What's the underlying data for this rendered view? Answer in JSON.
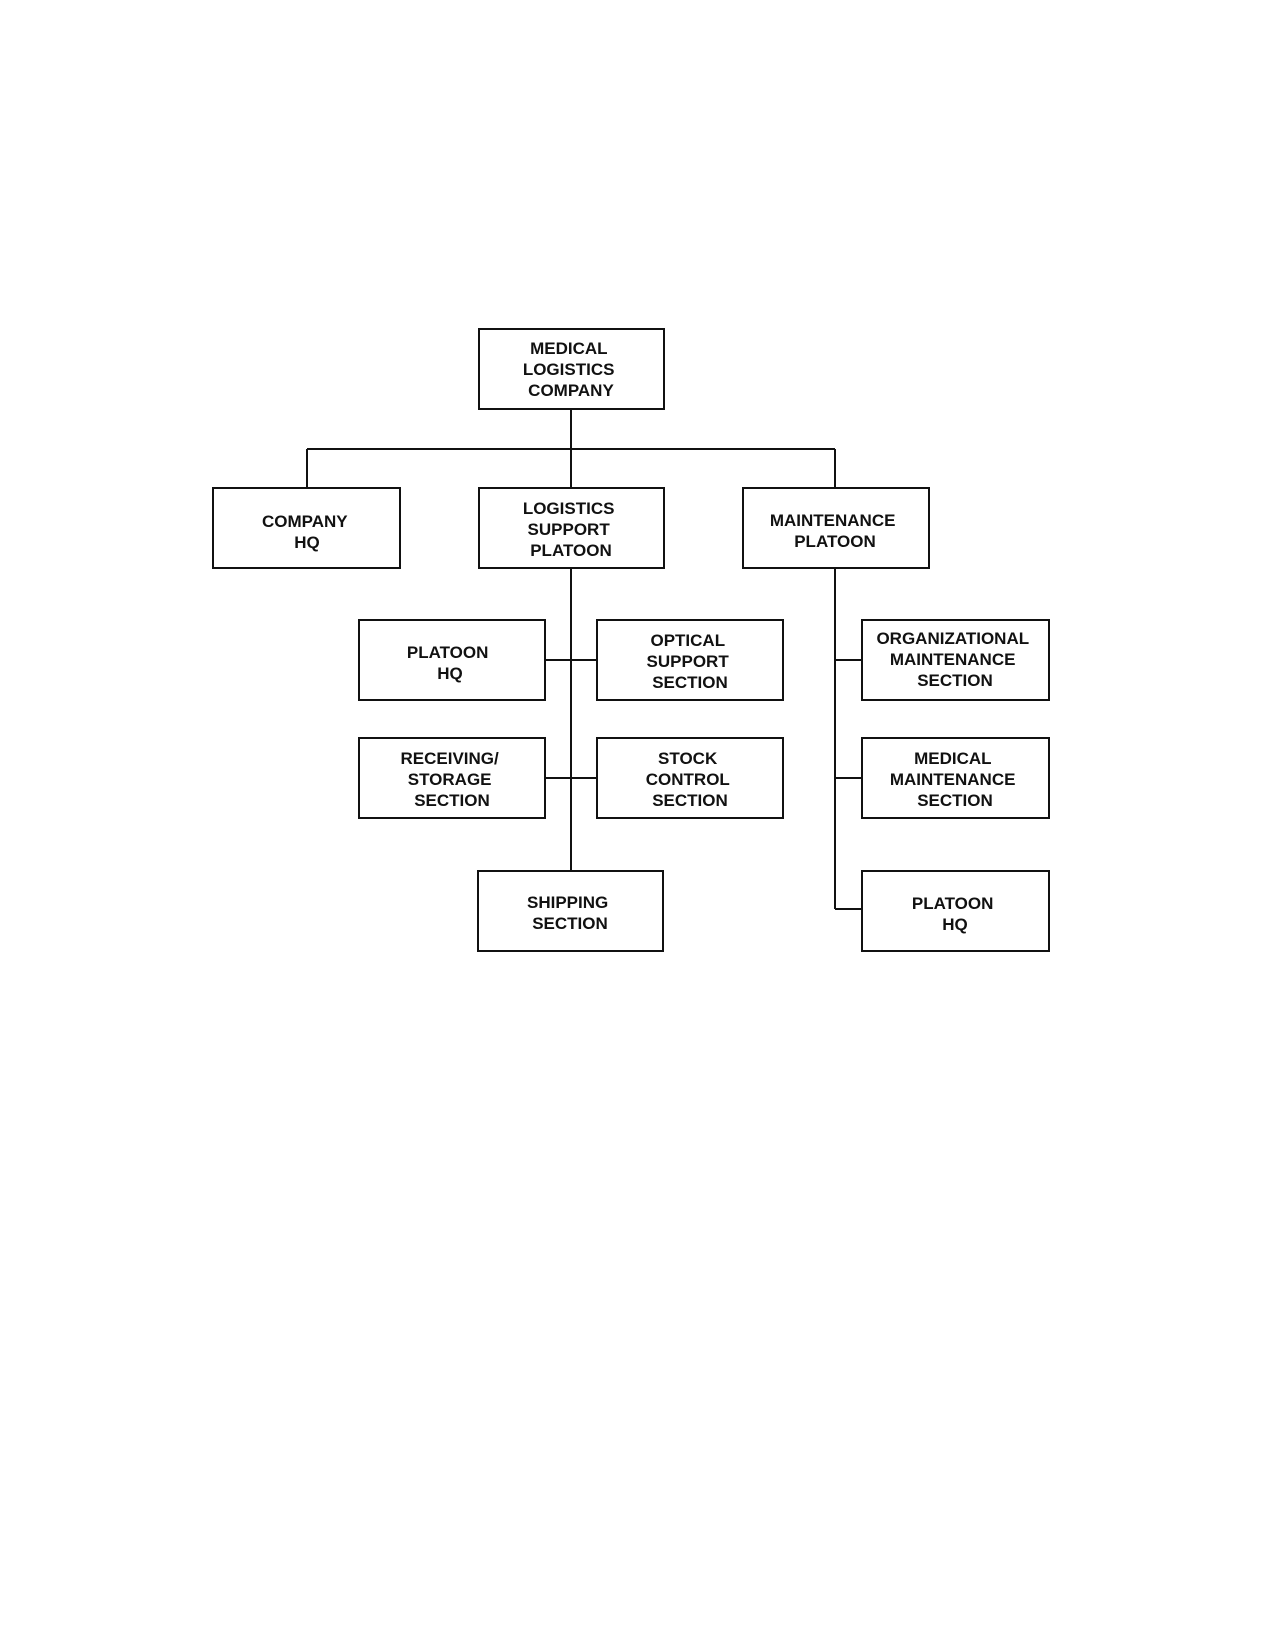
{
  "org_chart": {
    "root": {
      "lines": [
        "MEDICAL",
        "LOGISTICS",
        "COMPANY"
      ]
    },
    "company_hq": {
      "lines": [
        "COMPANY",
        "HQ"
      ]
    },
    "logistics_support_platoon": {
      "lines": [
        "LOGISTICS",
        "SUPPORT",
        "PLATOON"
      ],
      "children": {
        "platoon_hq": {
          "lines": [
            "PLATOON",
            "HQ"
          ]
        },
        "optical_support_section": {
          "lines": [
            "OPTICAL",
            "SUPPORT",
            "SECTION"
          ]
        },
        "receiving_storage_section": {
          "lines": [
            "RECEIVING/",
            "STORAGE",
            "SECTION"
          ]
        },
        "stock_control_section": {
          "lines": [
            "STOCK",
            "CONTROL",
            "SECTION"
          ]
        },
        "shipping_section": {
          "lines": [
            "SHIPPING",
            "SECTION"
          ]
        }
      }
    },
    "maintenance_platoon": {
      "lines": [
        "MAINTENANCE",
        "PLATOON"
      ],
      "children": {
        "organizational_maintenance_section": {
          "lines": [
            "ORGANIZATIONAL",
            "MAINTENANCE",
            "SECTION"
          ]
        },
        "medical_maintenance_section": {
          "lines": [
            "MEDICAL",
            "MAINTENANCE",
            "SECTION"
          ]
        },
        "platoon_hq": {
          "lines": [
            "PLATOON",
            "HQ"
          ]
        }
      }
    }
  },
  "colors": {
    "line": "#111111",
    "box_fill": "#ffffff",
    "text": "#111111"
  }
}
